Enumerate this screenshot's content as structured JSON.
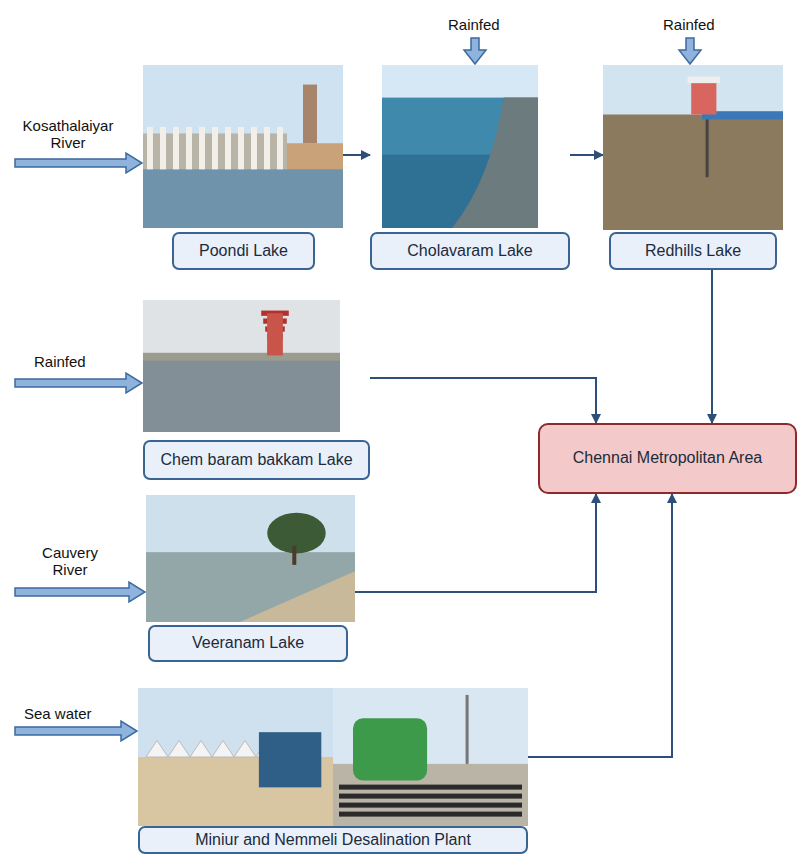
{
  "diagram": {
    "nodes": [
      {
        "text": [
          "Poondi Lake"
        ]
      },
      {
        "text": [
          "Cholavaram Lake"
        ]
      },
      {
        "text": [
          "Redhills Lake"
        ]
      },
      {
        "text": [
          "Chem baram bakkam Lake"
        ]
      },
      {
        "text": [
          "Chennai Metropolitan Area"
        ]
      },
      {
        "text": [
          "Veeranam Lake"
        ]
      },
      {
        "text": [
          "Miniur and Nemmeli Desalination Plant"
        ]
      }
    ],
    "edges": [
      {
        "from": 0,
        "to": 1,
        "arrow": "to"
      },
      {
        "from": 1,
        "to": 2,
        "arrow": "to"
      },
      {
        "from": 2,
        "to": 4,
        "arrow": "to"
      },
      {
        "from": 3,
        "to": 4,
        "arrow": "to"
      },
      {
        "from": 5,
        "to": 4,
        "arrow": "to"
      },
      {
        "from": 6,
        "to": 4,
        "arrow": "to"
      }
    ],
    "labels": [
      "Rainfed",
      "Rainfed",
      "Kosathalaiyar River",
      "Rainfed",
      "Cauvery River",
      "Sea water"
    ]
  }
}
